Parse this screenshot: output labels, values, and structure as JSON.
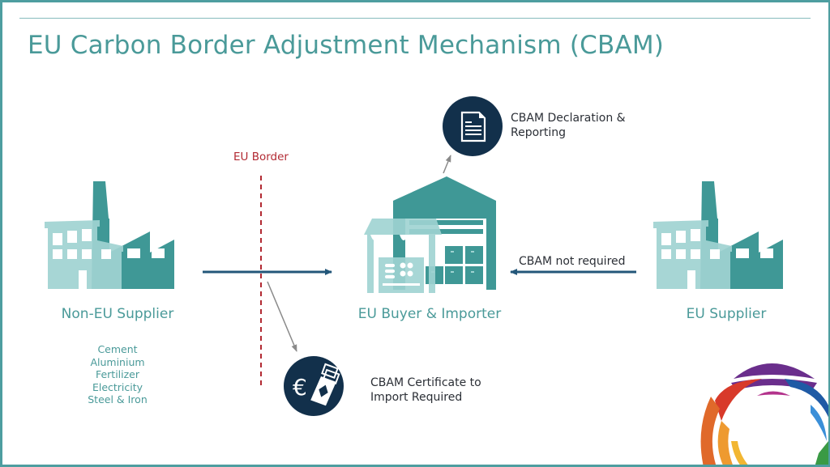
{
  "title": "EU Carbon Border Adjustment Mechanism (CBAM)",
  "colors": {
    "accent_teal": "#4a9a99",
    "icon_dark_teal": "#3f9896",
    "icon_light_teal": "#9fd3d1",
    "flow_arrow": "#23577a",
    "border_line": "#b22a33",
    "circle_badge": "#12304b",
    "pointer_arrow": "#8a8a8a"
  },
  "border": {
    "label": "EU Border"
  },
  "nodes": {
    "non_eu_supplier": {
      "label": "Non-EU Supplier",
      "icon": "factory-icon",
      "goods": [
        "Cement",
        "Aluminium",
        "Fertilizer",
        "Electricity",
        "Steel & Iron"
      ]
    },
    "eu_buyer": {
      "label": "EU Buyer & Importer",
      "icon": "warehouse-store-icon"
    },
    "eu_supplier": {
      "label": "EU Supplier",
      "icon": "factory-icon"
    }
  },
  "callouts": {
    "declaration": {
      "label_line1": "CBAM Declaration &",
      "label_line2": "Reporting",
      "icon": "document-icon"
    },
    "certificate": {
      "label_line1": "CBAM Certificate to",
      "label_line2": "Import Required",
      "icon": "euro-certificate-icon"
    }
  },
  "flows": {
    "import_flow": {
      "from": "Non-EU Supplier",
      "to": "EU Buyer & Importer"
    },
    "domestic_flow": {
      "from": "EU Supplier",
      "to": "EU Buyer & Importer",
      "label": "CBAM not required"
    }
  },
  "logo": {
    "icon": "multicolor-ring-logo"
  }
}
